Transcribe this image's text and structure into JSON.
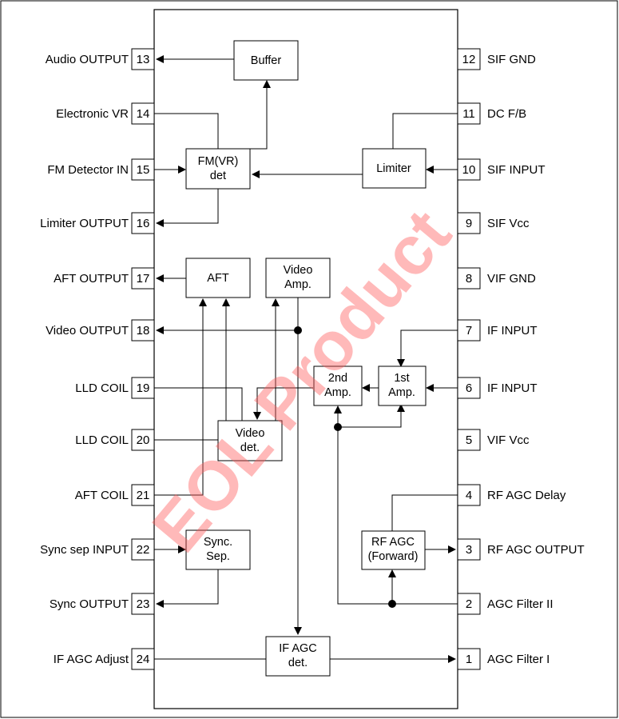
{
  "watermark": "EOL Product",
  "colors": {
    "line": "#000000",
    "watermark": "#ff5a5a",
    "background": "#ffffff"
  },
  "pins_left": [
    {
      "num": "13",
      "label": "Audio OUTPUT"
    },
    {
      "num": "14",
      "label": "Electronic VR"
    },
    {
      "num": "15",
      "label": "FM Detector IN"
    },
    {
      "num": "16",
      "label": "Limiter OUTPUT"
    },
    {
      "num": "17",
      "label": "AFT OUTPUT"
    },
    {
      "num": "18",
      "label": "Video OUTPUT"
    },
    {
      "num": "19",
      "label": "LLD COIL"
    },
    {
      "num": "20",
      "label": "LLD COIL"
    },
    {
      "num": "21",
      "label": "AFT COIL"
    },
    {
      "num": "22",
      "label": "Sync sep INPUT"
    },
    {
      "num": "23",
      "label": "Sync OUTPUT"
    },
    {
      "num": "24",
      "label": "IF AGC Adjust"
    }
  ],
  "pins_right": [
    {
      "num": "12",
      "label": "SIF GND"
    },
    {
      "num": "11",
      "label": "DC F/B"
    },
    {
      "num": "10",
      "label": "SIF INPUT"
    },
    {
      "num": "9",
      "label": "SIF Vcc"
    },
    {
      "num": "8",
      "label": "VIF GND"
    },
    {
      "num": "7",
      "label": "IF INPUT"
    },
    {
      "num": "6",
      "label": "IF INPUT"
    },
    {
      "num": "5",
      "label": "VIF Vcc"
    },
    {
      "num": "4",
      "label": "RF AGC Delay"
    },
    {
      "num": "3",
      "label": "RF AGC OUTPUT"
    },
    {
      "num": "2",
      "label": "AGC Filter II"
    },
    {
      "num": "1",
      "label": "AGC Filter I"
    }
  ],
  "blocks": {
    "buffer": {
      "lines": [
        "Buffer"
      ]
    },
    "fm_det": {
      "lines": [
        "FM(VR)",
        "det"
      ]
    },
    "limiter": {
      "lines": [
        "Limiter"
      ]
    },
    "aft": {
      "lines": [
        "AFT"
      ]
    },
    "video_amp": {
      "lines": [
        "Video",
        "Amp."
      ]
    },
    "amp2": {
      "lines": [
        "2nd",
        "Amp."
      ]
    },
    "amp1": {
      "lines": [
        "1st",
        "Amp."
      ]
    },
    "video_det": {
      "lines": [
        "Video",
        "det."
      ]
    },
    "sync_sep": {
      "lines": [
        "Sync.",
        "Sep."
      ]
    },
    "rf_agc": {
      "lines": [
        "RF AGC",
        "(Forward)"
      ]
    },
    "if_agc": {
      "lines": [
        "IF AGC",
        "det."
      ]
    }
  }
}
